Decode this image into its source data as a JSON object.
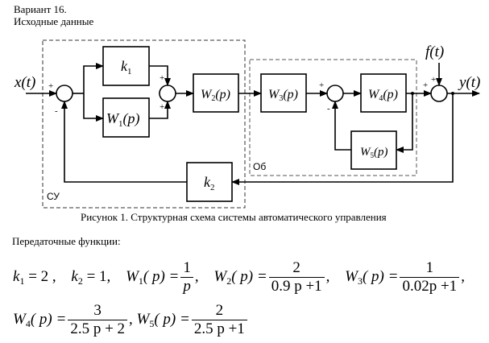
{
  "header": {
    "variant": "Вариант 16.",
    "initial_data": "Исходные данные"
  },
  "diagram": {
    "caption": "Рисунок 1. Структурная схема системы автоматического управления",
    "region_control": "СУ",
    "region_object": "Об",
    "input_signal": "x(t)",
    "output_signal": "y(t)",
    "disturbance": "f(t)",
    "blocks": {
      "k1": {
        "sym": "k",
        "sub": "1"
      },
      "k2": {
        "sym": "k",
        "sub": "2"
      },
      "W1": {
        "sym": "W",
        "sub": "1",
        "arg": "(p)"
      },
      "W2": {
        "sym": "W",
        "sub": "2",
        "arg": "(p)"
      },
      "W3": {
        "sym": "W",
        "sub": "3",
        "arg": "(p)"
      },
      "W4": {
        "sym": "W",
        "sub": "4",
        "arg": "(p)"
      },
      "W5": {
        "sym": "W",
        "sub": "5",
        "arg": "(p)"
      }
    },
    "signs": {
      "plus": "+",
      "minus": "-"
    }
  },
  "transfer": {
    "heading": "Передаточные функции:",
    "k1": {
      "lhs": "k",
      "sub": "1",
      "value": "= 2 ,"
    },
    "k2": {
      "lhs": "k",
      "sub": "2",
      "value": "= 1,"
    },
    "W1": {
      "lhs": "W",
      "sub": "1",
      "arg": "( p) =",
      "num": "1",
      "den": "p",
      "tail": ","
    },
    "W2": {
      "lhs": "W",
      "sub": "2",
      "arg": "( p) =",
      "num": "2",
      "den": "0.9 p +1",
      "tail": ","
    },
    "W3": {
      "lhs": "W",
      "sub": "3",
      "arg": "( p) =",
      "num": "1",
      "den": "0.02p +1",
      "tail": ","
    },
    "W4": {
      "lhs": "W",
      "sub": "4",
      "arg": "( p) =",
      "num": "3",
      "den": "2.5 p + 2",
      "tail": ","
    },
    "W5": {
      "lhs": "W",
      "sub": "5",
      "arg": "( p) =",
      "num": "2",
      "den": "2.5 p +1",
      "tail": ""
    }
  }
}
